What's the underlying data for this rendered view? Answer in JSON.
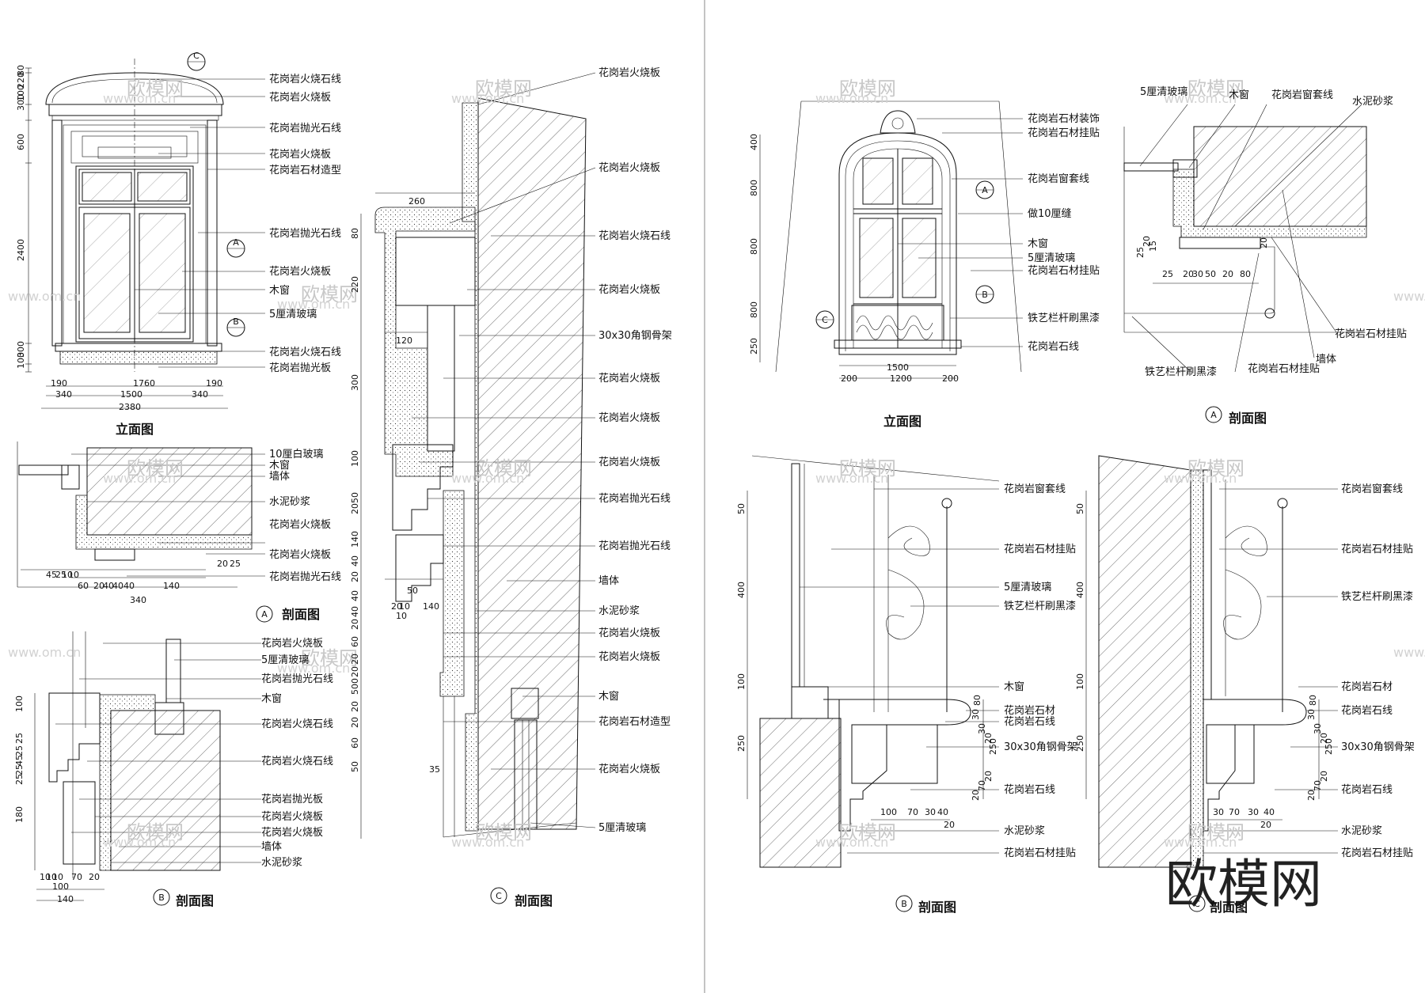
{
  "watermark": {
    "brand": "欧模网",
    "url": "www.om.cn"
  },
  "panels": {
    "left_elevation": {
      "title": "立面图",
      "labels": [
        "花岗岩火烧石线",
        "花岗岩火烧板",
        "花岗岩抛光石线",
        "花岗岩火烧板",
        "花岗岩石材造型",
        "花岗岩抛光石线",
        "花岗岩火烧板",
        "木窗",
        "5厘清玻璃",
        "花岗岩火烧石线",
        "花岗岩抛光板"
      ],
      "dims_vertical": [
        "80",
        "220",
        "100",
        "300",
        "600",
        "2400",
        "300",
        "100"
      ],
      "dims_horizontal_top": [
        "190",
        "1760",
        "190"
      ],
      "dims_horizontal_mid": [
        "340",
        "1500",
        "340"
      ],
      "dims_horizontal_bottom": [
        "2380"
      ],
      "markers": [
        "C",
        "A",
        "B"
      ]
    },
    "left_section_a": {
      "title": "剖面图",
      "marker": "A",
      "labels": [
        "10厘白玻璃",
        "木窗",
        "墙体",
        "水泥砂浆",
        "花岗岩火烧板",
        "花岗岩火烧板",
        "花岗岩抛光石线"
      ],
      "dims": [
        "45",
        "25",
        "10",
        "10",
        "20",
        "25",
        "60",
        "20",
        "40",
        "40",
        "40",
        "140",
        "340"
      ]
    },
    "left_section_b": {
      "title": "剖面图",
      "marker": "B",
      "labels": [
        "花岗岩火烧板",
        "5厘清玻璃",
        "花岗岩抛光石线",
        "木窗",
        "花岗岩火烧石线",
        "花岗岩火烧石线",
        "花岗岩抛光板",
        "花岗岩火烧板",
        "花岗岩火烧板",
        "墙体",
        "水泥砂浆"
      ],
      "dims_v": [
        "100",
        "25",
        "25",
        "45",
        "25",
        "25",
        "180"
      ],
      "dims_h": [
        "10",
        "10",
        "10",
        "70",
        "20",
        "100",
        "140"
      ]
    },
    "left_section_c": {
      "title": "剖面图",
      "marker": "C",
      "labels": [
        "花岗岩火烧板",
        "花岗岩火烧板",
        "花岗岩火烧石线",
        "花岗岩火烧板",
        "30x30角钢骨架",
        "花岗岩火烧板",
        "花岗岩火烧板",
        "花岗岩火烧板",
        "花岗岩抛光石线",
        "花岗岩抛光石线",
        "墙体",
        "水泥砂浆",
        "花岗岩火烧板",
        "花岗岩火烧板",
        "木窗",
        "花岗岩石材造型",
        "花岗岩火烧板",
        "5厘清玻璃"
      ],
      "dims_v": [
        "80",
        "220",
        "300",
        "100",
        "50",
        "20",
        "140",
        "40",
        "20",
        "40",
        "40",
        "20",
        "60",
        "20",
        "20",
        "500",
        "20",
        "20",
        "60",
        "50"
      ],
      "dims_h": [
        "260",
        "120",
        "20",
        "10",
        "140",
        "10",
        "50",
        "35"
      ]
    },
    "right_elevation": {
      "title": "立面图",
      "labels": [
        "花岗岩石材装饰",
        "花岗岩石材挂贴",
        "花岗岩窗套线",
        "做10厘缝",
        "木窗",
        "5厘清玻璃",
        "花岗岩石材挂贴",
        "铁艺栏杆刷黑漆",
        "花岗岩石线"
      ],
      "dims_v": [
        "400",
        "800",
        "800",
        "800",
        "250"
      ],
      "dims_h_top": [
        "1500"
      ],
      "dims_h_bottom": [
        "200",
        "1200",
        "200"
      ],
      "markers": [
        "A",
        "B",
        "C"
      ]
    },
    "right_section_a": {
      "title": "剖面图",
      "marker": "A",
      "labels": [
        "5厘清玻璃",
        "木窗",
        "花岗岩窗套线",
        "水泥砂浆",
        "花岗岩石材挂贴",
        "墙体",
        "花岗岩石材挂贴",
        "铁艺栏杆刷黑漆"
      ],
      "dims_v": [
        "25",
        "20",
        "15",
        "20"
      ],
      "dims_h": [
        "25",
        "20",
        "30",
        "50",
        "20",
        "80"
      ]
    },
    "right_section_b": {
      "title": "剖面图",
      "marker": "B",
      "labels": [
        "花岗岩窗套线",
        "花岗岩石材挂贴",
        "5厘清玻璃",
        "铁艺栏杆刷黑漆",
        "木窗",
        "花岗岩石材",
        "花岗岩石线",
        "30x30角钢骨架",
        "花岗岩石线",
        "水泥砂浆",
        "花岗岩石材挂贴"
      ],
      "dims_v": [
        "50",
        "400",
        "100",
        "250",
        "80",
        "30",
        "30",
        "20",
        "250",
        "20",
        "70",
        "20"
      ],
      "dims_h": [
        "100",
        "70",
        "30",
        "40",
        "20"
      ]
    },
    "right_section_c": {
      "title": "剖面图",
      "marker": "C",
      "labels": [
        "花岗岩窗套线",
        "花岗岩石材挂贴",
        "铁艺栏杆刷黑漆",
        "花岗岩石材",
        "花岗岩石线",
        "30x30角钢骨架",
        "花岗岩石线",
        "水泥砂浆",
        "花岗岩石材挂贴"
      ],
      "dims_v": [
        "50",
        "400",
        "100",
        "250",
        "80",
        "30",
        "30",
        "20",
        "250",
        "20",
        "70",
        "20"
      ],
      "dims_h": [
        "30",
        "70",
        "30",
        "40",
        "20"
      ]
    }
  }
}
